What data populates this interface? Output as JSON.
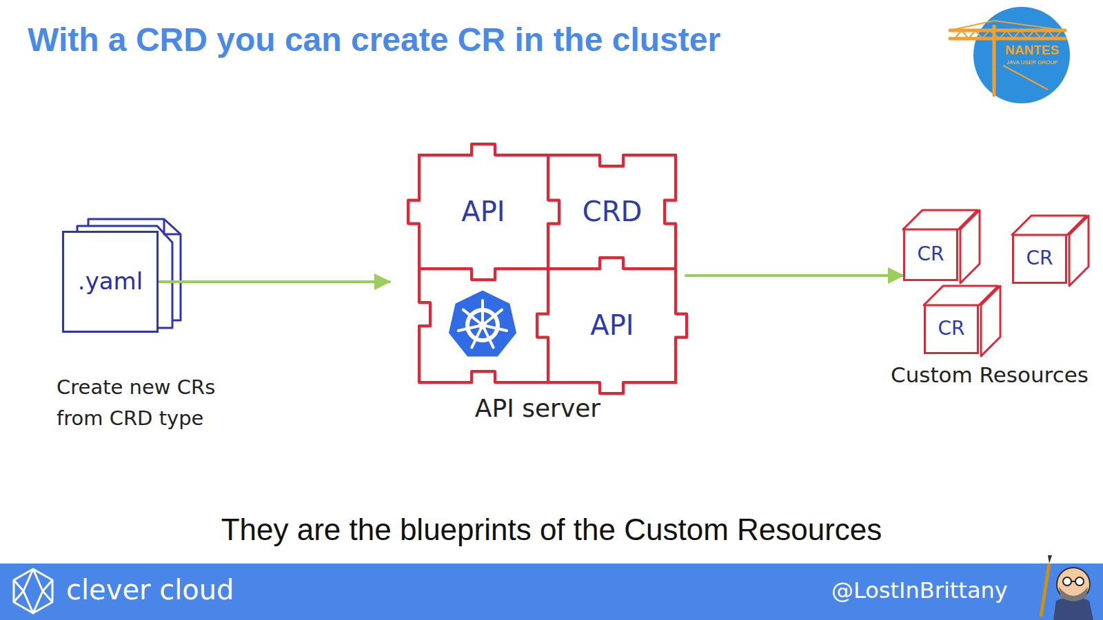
{
  "diagram": {
    "title": "With a CRD you can create CR in the cluster",
    "caption": "They are the blueprints of the Custom Resources",
    "nodes": [
      {
        "text": [
          ".yaml"
        ]
      },
      {
        "text": [
          "API server"
        ]
      },
      {
        "text": [
          "API"
        ],
        "in": 1
      },
      {
        "text": [
          "CRD"
        ],
        "in": 1
      },
      {
        "text": [
          "API"
        ],
        "in": 1
      },
      {
        "text": [
          "CR"
        ]
      },
      {
        "text": [
          "CR"
        ]
      },
      {
        "text": [
          "CR"
        ]
      }
    ],
    "edges": [
      {
        "from": 0,
        "to": 1,
        "arrow": "to"
      },
      {
        "from": 1,
        "to": 5,
        "arrow": "to"
      }
    ],
    "labels": [
      "Create new CRs from CRD type",
      "Custom Resources",
      "NANTES",
      "JAVA USER GROUP",
      "clever cloud",
      "@LostInBrittany"
    ]
  }
}
